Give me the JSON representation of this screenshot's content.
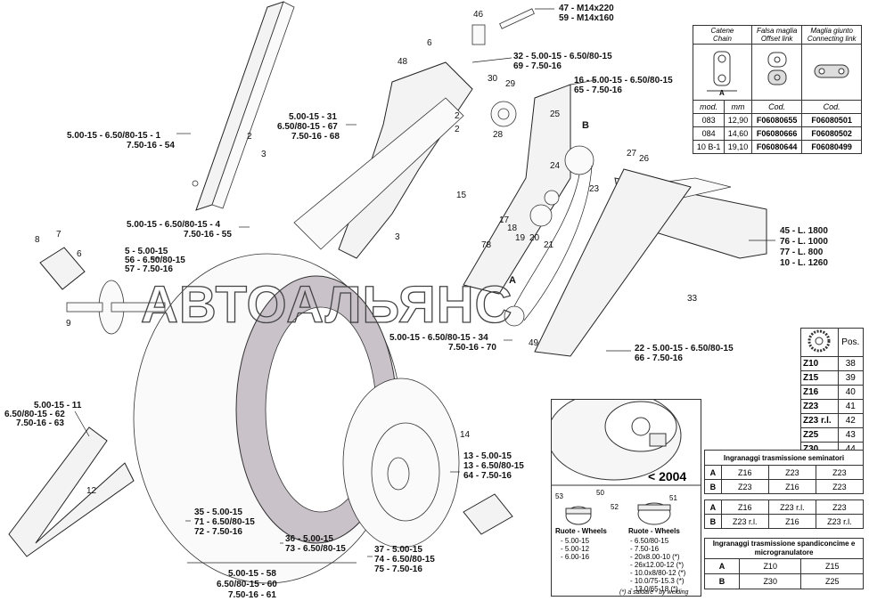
{
  "watermark": "АВТОАЛЬЯНС",
  "callouts": {
    "c1": "5.00-15 - 6.50/80-15 - 1",
    "c54": "7.50-16 - 54",
    "c31": "5.00-15 - 31",
    "c67": "6.50/80-15 - 67",
    "c68": "7.50-16 - 68",
    "c4": "5.00-15 - 6.50/80-15 - 4",
    "c55": "7.50-16 - 55",
    "c5": "5 - 5.00-15",
    "c56": "56 - 6.50/80-15",
    "c57": "57 - 7.50-16",
    "c32": "32 - 5.00-15 - 6.50/80-15",
    "c69": "69 - 7.50-16",
    "c16": "16 - 5.00-15 - 6.50/80-15",
    "c65": "65 - 7.50-16",
    "c47": "47 - M14x220",
    "c59": "59 - M14x160",
    "c45": "45 - L. 1800",
    "c76": "76 - L. 1000",
    "c77": "77 - L. 800",
    "c10": "10 - L. 1260",
    "c34": "5.00-15 - 6.50/80-15 - 34",
    "c70": "7.50-16 - 70",
    "c22": "22 - 5.00-15 - 6.50/80-15",
    "c66": "66 - 7.50-16",
    "c11": "5.00-15 - 11",
    "c62": "6.50/80-15 - 62",
    "c63": "7.50-16 - 63",
    "c13a": "13 - 5.00-15",
    "c13b": "13 - 6.50/80-15",
    "c64": "64 - 7.50-16",
    "c35": "35 - 5.00-15",
    "c71": "71 - 6.50/80-15",
    "c72": "72 - 7.50-16",
    "c36": "36 - 5.00-15",
    "c73": "73 - 6.50/80-15",
    "c37": "37 - 5.00-15",
    "c74": "74 - 6.50/80-15",
    "c75": "75 - 7.50-16",
    "c58": "5.00-15 - 58",
    "c60": "6.50/80-15 - 60",
    "c61": "7.50-16 - 61"
  },
  "part_numbers": [
    "46",
    "6",
    "48",
    "30",
    "29",
    "2",
    "25",
    "28",
    "B",
    "27",
    "26",
    "24",
    "23",
    "2",
    "3",
    "15",
    "17",
    "18",
    "19",
    "20",
    "21",
    "78",
    "3",
    "A",
    "33",
    "49",
    "8",
    "7",
    "6",
    "9",
    "14",
    "12",
    "2"
  ],
  "chain_table": {
    "headers": [
      {
        "line1": "Catene",
        "line2": "Chain"
      },
      {
        "line1": "Falsa maglia",
        "line2": "Offset link"
      },
      {
        "line1": "Maglia giunto",
        "line2": "Connecting link"
      }
    ],
    "dim_label": "A",
    "sub_headers": [
      "mod.",
      "mm",
      "Cod.",
      "Cod."
    ],
    "rows": [
      {
        "mod": "083",
        "mm": "12,90",
        "offset": "F06080655",
        "connect": "F06080501"
      },
      {
        "mod": "084",
        "mm": "14,60",
        "offset": "F06080666",
        "connect": "F06080502"
      },
      {
        "mod": "10 B-1",
        "mm": "19,10",
        "offset": "F06080644",
        "connect": "F06080499"
      }
    ]
  },
  "sprocket_table": {
    "header": "Pos.",
    "rows": [
      {
        "z": "Z10",
        "pos": "38"
      },
      {
        "z": "Z15",
        "pos": "39"
      },
      {
        "z": "Z16",
        "pos": "40"
      },
      {
        "z": "Z23",
        "pos": "41"
      },
      {
        "z": "Z23 r.l.",
        "pos": "42"
      },
      {
        "z": "Z25",
        "pos": "43"
      },
      {
        "z": "Z30",
        "pos": "44"
      }
    ]
  },
  "gear_seed": {
    "title": "Ingranaggi trasmissione seminatori",
    "rows": [
      [
        "A",
        "Z16",
        "Z23",
        "Z23"
      ],
      [
        "B",
        "Z23",
        "Z16",
        "Z23"
      ],
      [
        "A",
        "Z16",
        "Z23 r.l.",
        "Z23"
      ],
      [
        "B",
        "Z23 r.l.",
        "Z16",
        "Z23 r.l."
      ]
    ]
  },
  "gear_fert": {
    "title": "Ingranaggi trasmissione spandiconcime e microgranulatore",
    "rows": [
      [
        "A",
        "Z10",
        "Z15"
      ],
      [
        "B",
        "Z30",
        "Z25"
      ]
    ]
  },
  "inset": {
    "badge": "< 2004",
    "nums": [
      "53",
      "50",
      "52",
      "51"
    ],
    "left_title": "Ruote - Wheels",
    "left_lines": [
      "- 5.00-15",
      "- 5.00-12",
      "- 6.00-16"
    ],
    "right_title": "Ruote - Wheels",
    "right_lines": [
      "- 6.50/80-15",
      "- 7.50-16",
      "- 20x8.00-10 (*)",
      "- 26x12.00-12 (*)",
      "- 10.0x8/80-12 (*)",
      "- 10.0/75-15.3 (*)",
      "- 13.0/65-18 (*)"
    ],
    "note": "(*) a saldare - by welding"
  }
}
